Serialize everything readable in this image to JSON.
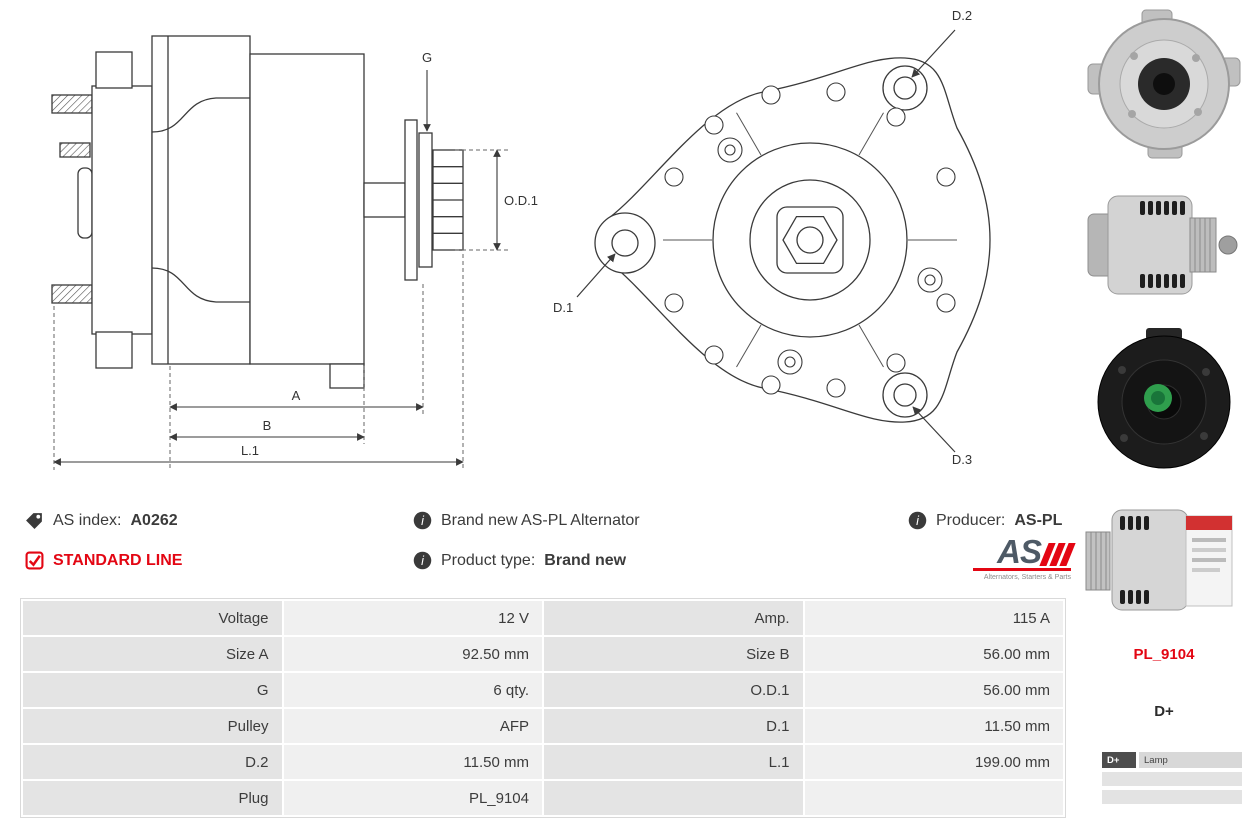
{
  "info": {
    "as_index": {
      "label": "AS index:",
      "value": "A0262"
    },
    "standard_line": "STANDARD LINE",
    "brand_new": "Brand new AS-PL Alternator",
    "product_type": {
      "label": "Product type:",
      "value": "Brand new"
    },
    "producer": {
      "label": "Producer:",
      "value": "AS-PL"
    }
  },
  "logo": {
    "text": "AS",
    "tagline": "Alternators, Starters & Parts"
  },
  "drawings": {
    "side_view": {
      "g": "G",
      "od1": "O.D.1",
      "a": "A",
      "b": "B",
      "l1": "L.1"
    },
    "front_view": {
      "d1": "D.1",
      "d2": "D.2",
      "d3": "D.3"
    }
  },
  "spec_table": {
    "rows": [
      {
        "c0": "Voltage",
        "c1": "12 V",
        "c2": "Amp.",
        "c3": "115 A"
      },
      {
        "c0": "Size A",
        "c1": "92.50 mm",
        "c2": "Size B",
        "c3": "56.00 mm"
      },
      {
        "c0": "G",
        "c1": "6 qty.",
        "c2": "O.D.1",
        "c3": "56.00 mm"
      },
      {
        "c0": "Pulley",
        "c1": "AFP",
        "c2": "D.1",
        "c3": "11.50 mm"
      },
      {
        "c0": "D.2",
        "c1": "11.50 mm",
        "c2": "L.1",
        "c3": "199.00 mm"
      },
      {
        "c0": "Plug",
        "c1": "PL_9104",
        "c2": "",
        "c3": ""
      }
    ]
  },
  "sidebar": {
    "plug_code": "PL_9104",
    "terminal_label": "D+",
    "terminal_table": {
      "col1": "D+",
      "col2": "Lamp"
    }
  },
  "colors": {
    "accent_red": "#e30613",
    "drawing_line": "#3a3a3a",
    "table_label_bg": "#e4e4e4",
    "table_value_bg": "#f0f0f0"
  }
}
